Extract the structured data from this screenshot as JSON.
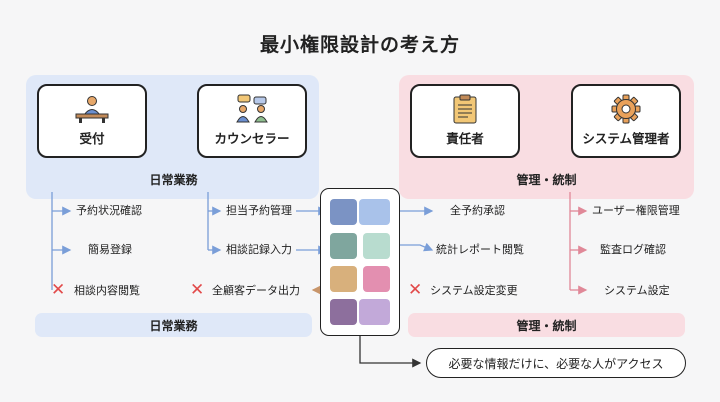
{
  "title": "最小権限設計の考え方",
  "roles": {
    "reception": "受付",
    "counselor": "カウンセラー",
    "manager": "責任者",
    "sysadmin": "システム管理者"
  },
  "bands": {
    "daily_top": "日常業務",
    "daily_bottom": "日常業務",
    "governance_top": "管理・統制",
    "governance_bottom": "管理・統制"
  },
  "reception_items": [
    "予約状況確認",
    "簡易登録",
    "相談内容閲覧"
  ],
  "counselor_items": [
    "担当予約管理",
    "相談記録入力",
    "全顧客データ出力"
  ],
  "manager_items": [
    "全予約承認",
    "統計レポート閲覧",
    "システム設定変更"
  ],
  "sysadmin_items": [
    "ユーザー権限管理",
    "監査ログ確認",
    "システム設定"
  ],
  "message": "必要な情報だけに、必要な人がアクセス",
  "colors": {
    "blue_panel": "#dfe8f8",
    "pink_panel": "#f9dde2",
    "blue_line": "#7a9ed8",
    "pink_line": "#e08898",
    "denied": "#e24a4a",
    "tiles": [
      "#7b93c4",
      "#a9c2ea",
      "#7fa69e",
      "#b8dccf",
      "#d8b07c",
      "#e38fb0",
      "#8d6f9d",
      "#c2a9d9"
    ]
  }
}
